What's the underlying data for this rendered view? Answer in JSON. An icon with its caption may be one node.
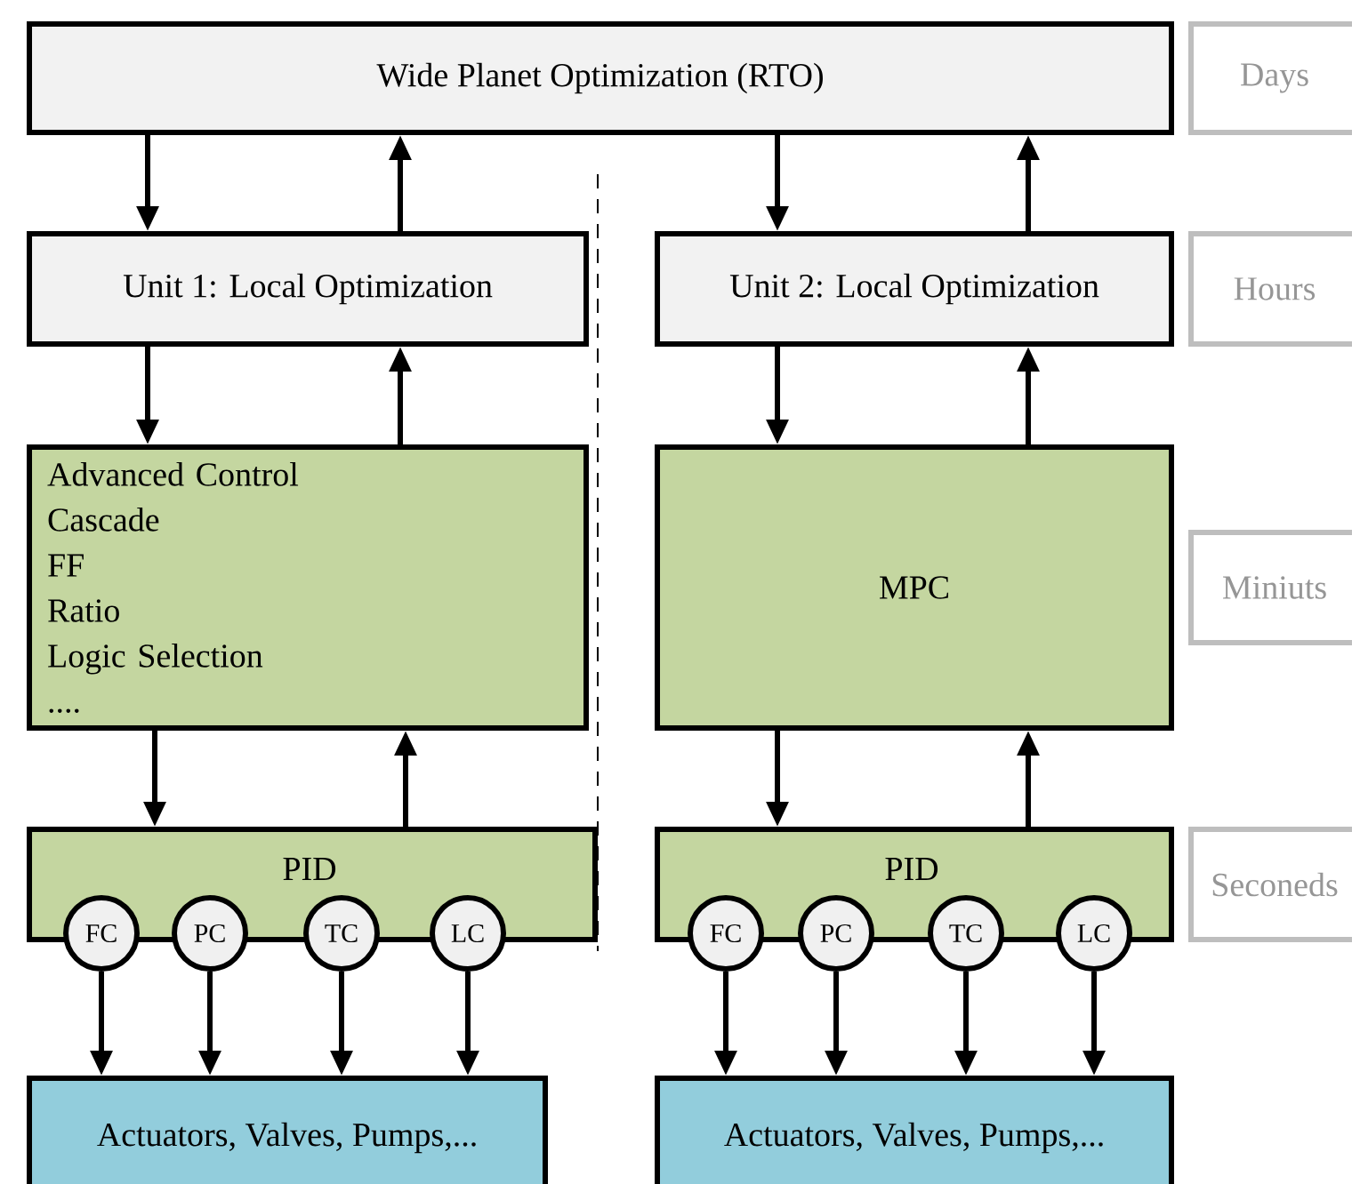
{
  "diagram": {
    "nodes": [
      {
        "text": [
          "Wide Planet Optimization (RTO)"
        ]
      },
      {
        "text": [
          "Unit 1: Local Optimization"
        ]
      },
      {
        "text": [
          "Unit 2: Local Optimization"
        ]
      },
      {
        "text": [
          "Advanced Control",
          "Cascade",
          "FF",
          "Ratio",
          "Logic Selection",
          "...."
        ]
      },
      {
        "text": [
          "MPC"
        ]
      },
      {
        "text": [
          "PID"
        ]
      },
      {
        "text": [
          "FC"
        ]
      },
      {
        "text": [
          "PC"
        ]
      },
      {
        "text": [
          "TC"
        ]
      },
      {
        "text": [
          "LC"
        ]
      },
      {
        "text": [
          "PID"
        ]
      },
      {
        "text": [
          "FC"
        ]
      },
      {
        "text": [
          "PC"
        ]
      },
      {
        "text": [
          "TC"
        ]
      },
      {
        "text": [
          "LC"
        ]
      },
      {
        "text": [
          "Actuators, Valves, Pumps,..."
        ]
      },
      {
        "text": [
          "Actuators, Valves, Pumps,..."
        ]
      },
      {
        "text": [
          "Days"
        ]
      },
      {
        "text": [
          "Hours"
        ]
      },
      {
        "text": [
          "Miniuts"
        ]
      },
      {
        "text": [
          "Seconeds"
        ]
      }
    ],
    "edges": [
      {
        "from": 0,
        "to": 1,
        "arrow": "to"
      },
      {
        "from": 1,
        "to": 0,
        "arrow": "to"
      },
      {
        "from": 0,
        "to": 2,
        "arrow": "to"
      },
      {
        "from": 2,
        "to": 0,
        "arrow": "to"
      },
      {
        "from": 1,
        "to": 3,
        "arrow": "to"
      },
      {
        "from": 3,
        "to": 1,
        "arrow": "to"
      },
      {
        "from": 2,
        "to": 4,
        "arrow": "to"
      },
      {
        "from": 4,
        "to": 2,
        "arrow": "to"
      },
      {
        "from": 3,
        "to": 5,
        "arrow": "to"
      },
      {
        "from": 5,
        "to": 3,
        "arrow": "to"
      },
      {
        "from": 4,
        "to": 10,
        "arrow": "to"
      },
      {
        "from": 10,
        "to": 4,
        "arrow": "to"
      },
      {
        "from": 6,
        "to": 15,
        "arrow": "to"
      },
      {
        "from": 7,
        "to": 15,
        "arrow": "to"
      },
      {
        "from": 8,
        "to": 15,
        "arrow": "to"
      },
      {
        "from": 9,
        "to": 15,
        "arrow": "to"
      },
      {
        "from": 11,
        "to": 16,
        "arrow": "to"
      },
      {
        "from": 12,
        "to": 16,
        "arrow": "to"
      },
      {
        "from": 13,
        "to": 16,
        "arrow": "to"
      },
      {
        "from": 14,
        "to": 16,
        "arrow": "to"
      }
    ]
  }
}
